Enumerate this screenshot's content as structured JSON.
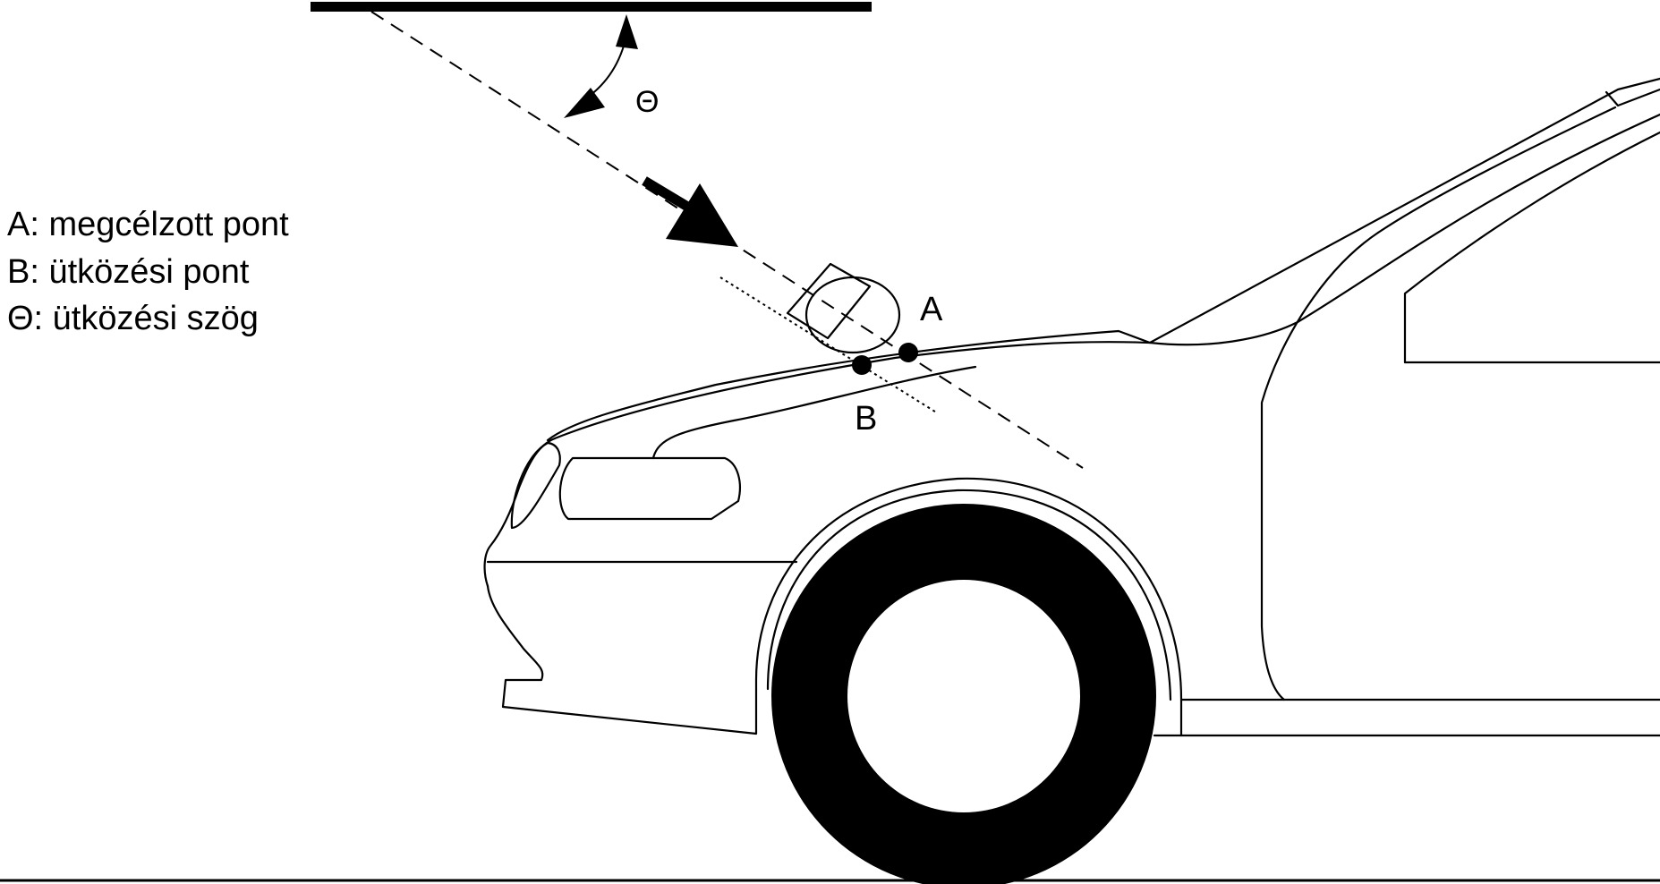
{
  "legend": {
    "a": "A: megcélzott pont",
    "b": "B: ütközési pont",
    "theta": "Θ: ütközési szög"
  },
  "points": {
    "a_label": "A",
    "b_label": "B",
    "theta_label": "Θ"
  },
  "colors": {
    "ink": "#000000",
    "background": "#ffffff"
  }
}
